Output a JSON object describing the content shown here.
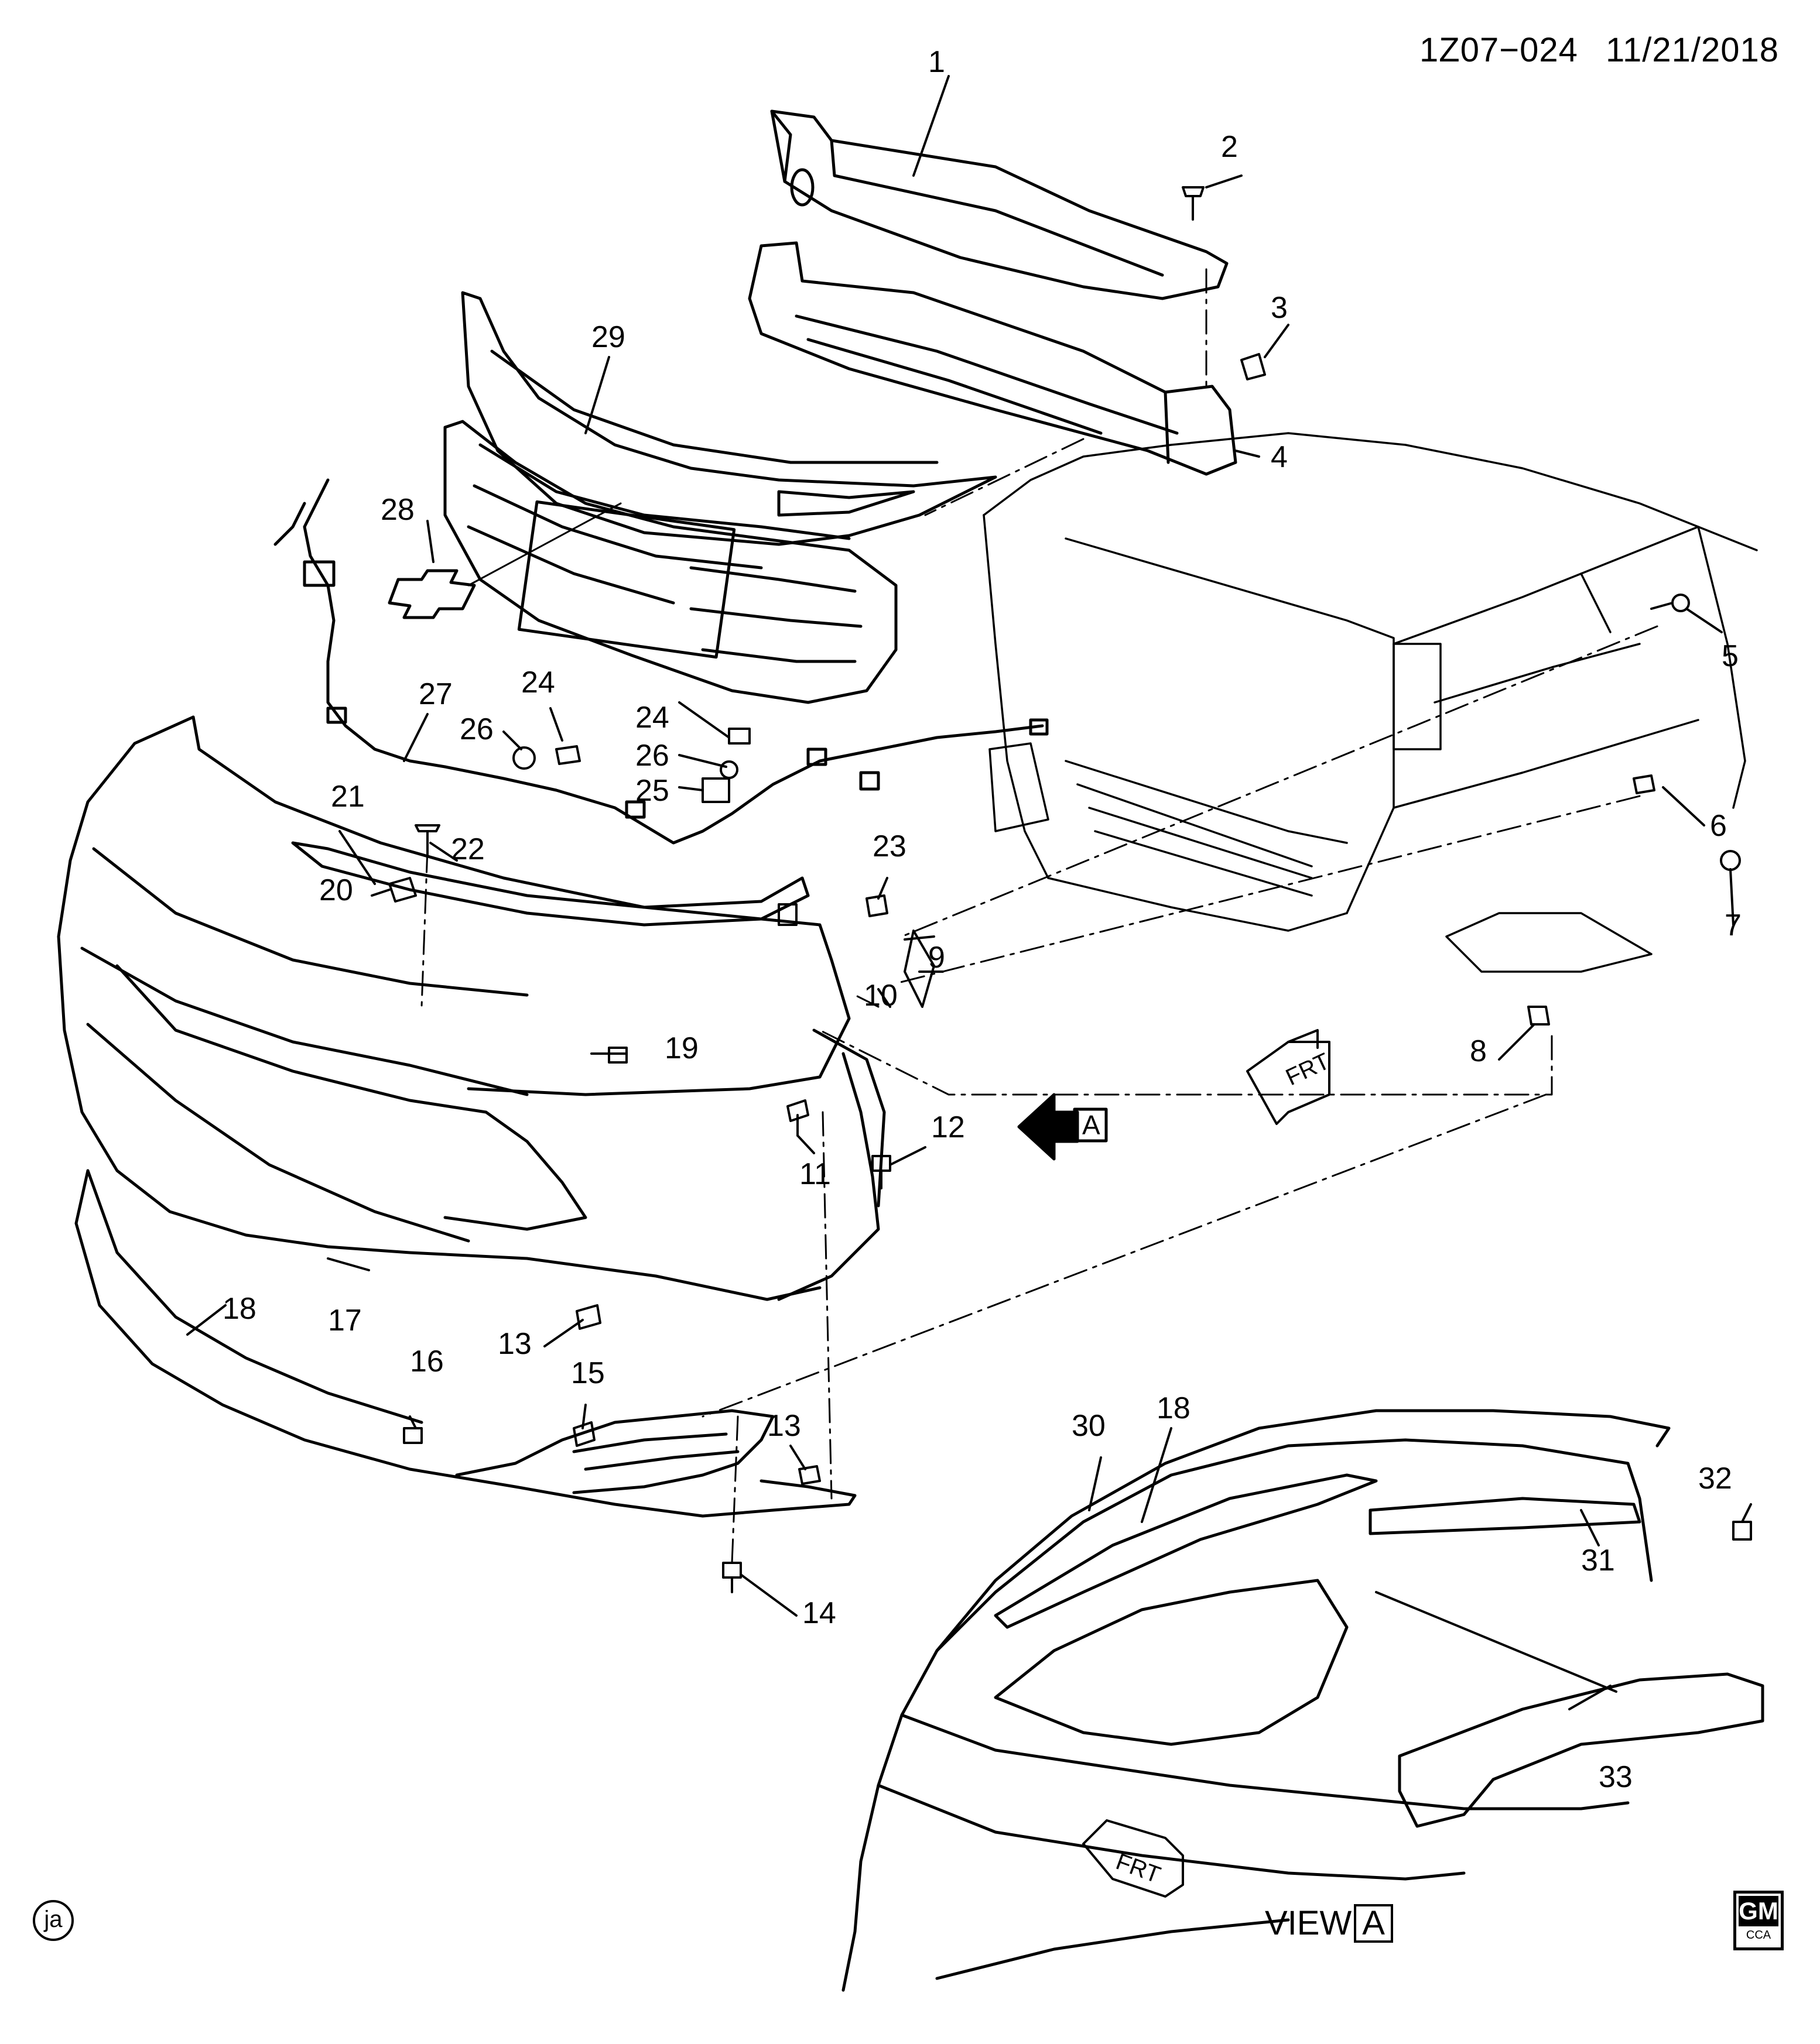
{
  "header": {
    "diagram_id": "1Z07−024",
    "date": "11/21/2018"
  },
  "callouts": [
    {
      "id": "c1",
      "text": "1"
    },
    {
      "id": "c2",
      "text": "2"
    },
    {
      "id": "c3",
      "text": "3"
    },
    {
      "id": "c4",
      "text": "4"
    },
    {
      "id": "c5",
      "text": "5"
    },
    {
      "id": "c6",
      "text": "6"
    },
    {
      "id": "c7",
      "text": "7"
    },
    {
      "id": "c8",
      "text": "8"
    },
    {
      "id": "c9",
      "text": "9"
    },
    {
      "id": "c10",
      "text": "10"
    },
    {
      "id": "c11",
      "text": "11"
    },
    {
      "id": "c12",
      "text": "12"
    },
    {
      "id": "c13a",
      "text": "13"
    },
    {
      "id": "c13b",
      "text": "13"
    },
    {
      "id": "c14",
      "text": "14"
    },
    {
      "id": "c15",
      "text": "15"
    },
    {
      "id": "c16",
      "text": "16"
    },
    {
      "id": "c17",
      "text": "17"
    },
    {
      "id": "c18a",
      "text": "18"
    },
    {
      "id": "c18b",
      "text": "18"
    },
    {
      "id": "c19",
      "text": "19"
    },
    {
      "id": "c20",
      "text": "20"
    },
    {
      "id": "c21",
      "text": "21"
    },
    {
      "id": "c22",
      "text": "22"
    },
    {
      "id": "c23",
      "text": "23"
    },
    {
      "id": "c24a",
      "text": "24"
    },
    {
      "id": "c24b",
      "text": "24"
    },
    {
      "id": "c25",
      "text": "25"
    },
    {
      "id": "c26a",
      "text": "26"
    },
    {
      "id": "c26b",
      "text": "26"
    },
    {
      "id": "c27",
      "text": "27"
    },
    {
      "id": "c28",
      "text": "28"
    },
    {
      "id": "c29",
      "text": "29"
    },
    {
      "id": "c30",
      "text": "30"
    },
    {
      "id": "c31",
      "text": "31"
    },
    {
      "id": "c32",
      "text": "32"
    },
    {
      "id": "c33",
      "text": "33"
    }
  ],
  "view_label": {
    "text": "VIEW",
    "box": "A"
  },
  "view_arrow_box": "A",
  "frt_text": "FRT",
  "footer": {
    "artist_initials": "ja",
    "logo_top": "GM",
    "logo_bottom": "CCA"
  },
  "colors": {
    "line": "#000000",
    "background": "#ffffff"
  }
}
